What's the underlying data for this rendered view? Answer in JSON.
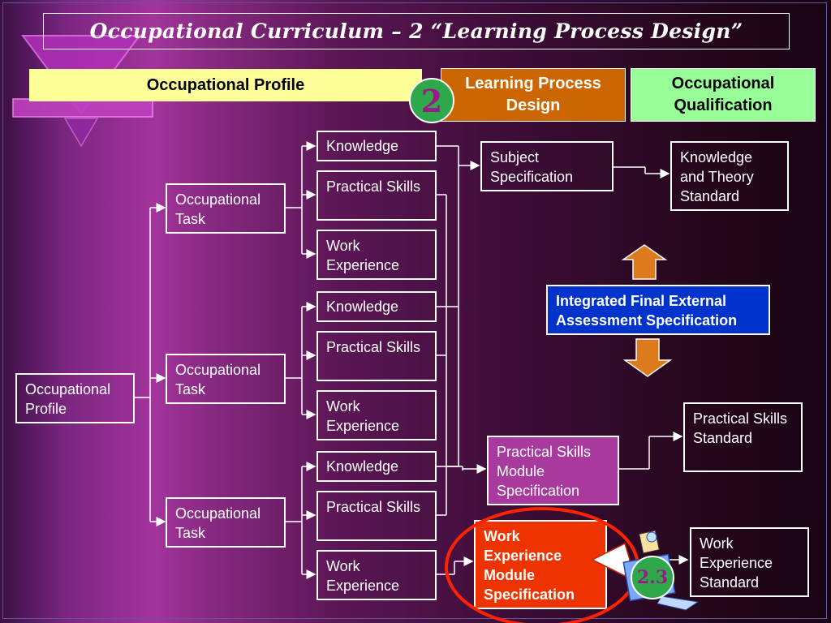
{
  "slide": {
    "title": "Occupational Curriculum – 2 “Learning Process Design”"
  },
  "header": {
    "profile_label": "Occupational Profile",
    "learning_label": "Learning Process Design",
    "qualification_label": "Occupational Qualification",
    "badge_number": "2"
  },
  "tree": {
    "profile": "Occupational Profile",
    "tasks": [
      {
        "label": "Occupational Task",
        "knowledge": "Knowledge",
        "practical": "Practical Skills",
        "work": "Work Experience"
      },
      {
        "label": "Occupational Task",
        "knowledge": "Knowledge",
        "practical": "Practical Skills",
        "work": "Work Experience"
      },
      {
        "label": "Occupational Task",
        "knowledge": "Knowledge",
        "practical": "Practical Skills",
        "work": "Work Experience"
      }
    ]
  },
  "specs": {
    "subject": "Subject Specification",
    "practical_module": "Practical Skills Module Specification",
    "work_module": "Work Experience Module Specification",
    "assessment": "Integrated Final External Assessment Specification"
  },
  "standards": {
    "knowledge": "Knowledge and Theory Standard",
    "practical": "Practical Skills Standard",
    "work": "Work Experience Standard"
  },
  "badge_sub": "2.3",
  "colors": {
    "profile_header": "#ffff99",
    "learning_header": "#cc6600",
    "qualification_header": "#99ff99",
    "practical_module": "#a83a9e",
    "work_module": "#ee3300",
    "assessment": "#0033cc",
    "arrow": "#dd7a1c",
    "highlight_ring": "#ff2200",
    "badge": "#2ea84a"
  }
}
